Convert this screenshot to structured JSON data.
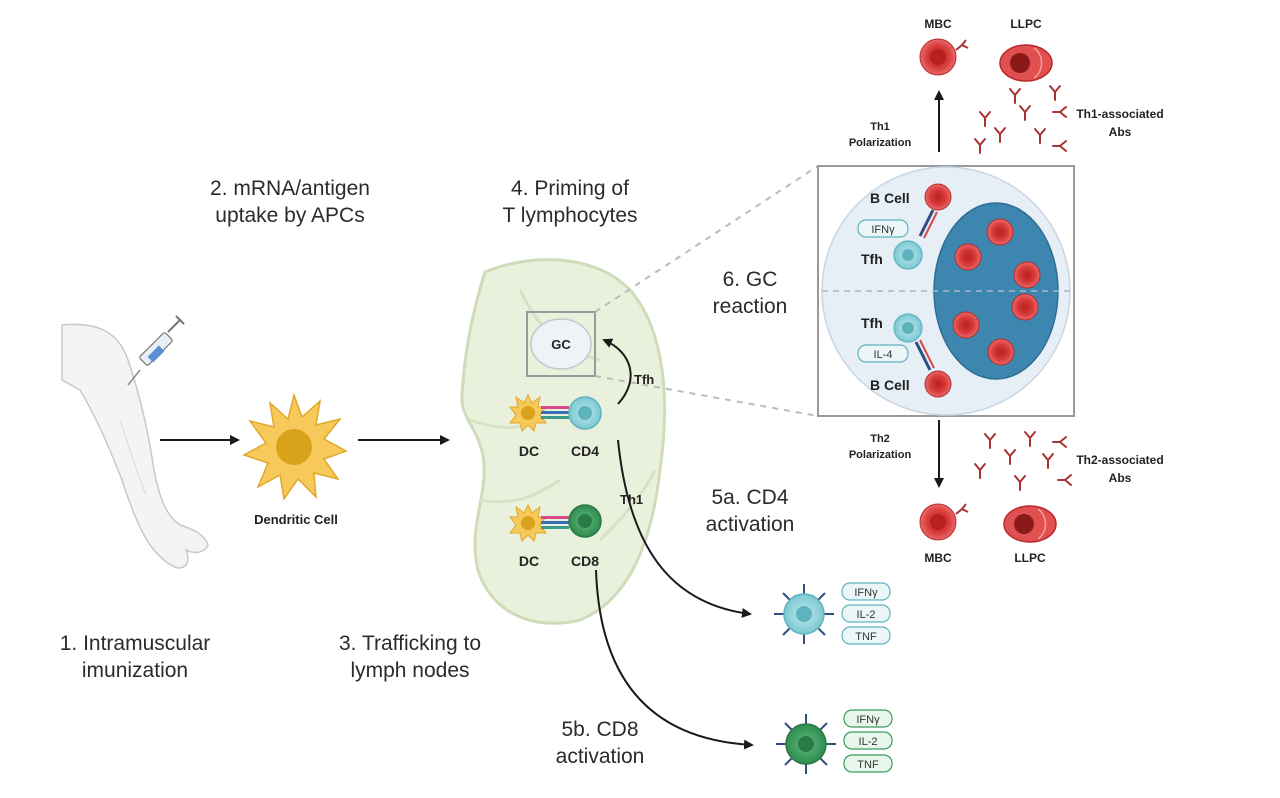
{
  "steps": {
    "s1_line1": "1. Intramuscular",
    "s1_line2": "imunization",
    "s2_line1": "2. mRNA/antigen",
    "s2_line2": "uptake by APCs",
    "s3_line1": "3. Trafficking to",
    "s3_line2": "lymph nodes",
    "s4_line1": "4. Priming of",
    "s4_line2": "T lymphocytes",
    "s5a_line1": "5a. CD4",
    "s5a_line2": "activation",
    "s5b_line1": "5b. CD8",
    "s5b_line2": "activation",
    "s6_line1": "6. GC",
    "s6_line2": "reaction"
  },
  "labels": {
    "dendritic_cell": "Dendritic Cell",
    "gc": "GC",
    "tfh": "Tfh",
    "th1": "Th1",
    "dc": "DC",
    "cd4": "CD4",
    "cd8": "CD8",
    "b_cell": "B Cell",
    "ifng": "IFNγ",
    "il4": "IL-4",
    "il2": "IL-2",
    "tnf": "TNF",
    "mbc": "MBC",
    "llpc": "LLPC",
    "th1_pol_line1": "Th1",
    "th1_pol_line2": "Polarization",
    "th2_pol_line1": "Th2",
    "th2_pol_line2": "Polarization",
    "th1_abs_line1": "Th1-associated",
    "th1_abs_line2": "Abs",
    "th2_abs_line1": "Th2-associated",
    "th2_abs_line2": "Abs"
  },
  "colors": {
    "dendritic_cell": "#f2c14e",
    "dendritic_nucleus": "#d9a21b",
    "lymph_node": "#e9f0dc",
    "cd4_cell": "#8fd3dc",
    "cd8_cell": "#3a9a5a",
    "b_cell": "#d83a3a",
    "gc_zone": "#3d86b0",
    "antibody": "#a83232"
  }
}
